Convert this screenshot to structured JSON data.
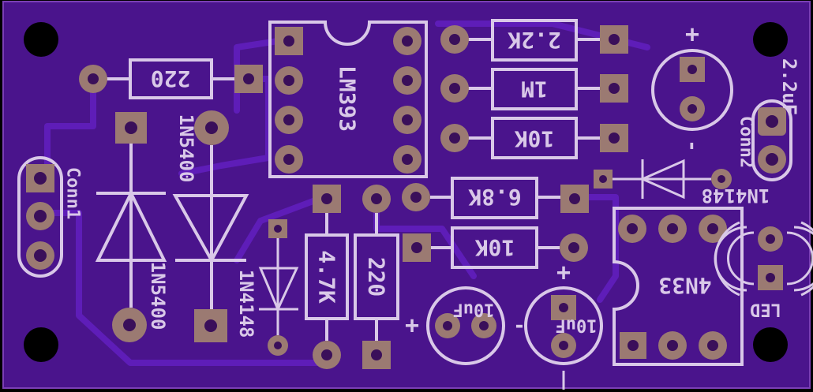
{
  "board": {
    "colors": {
      "board": "#4a148c",
      "silk": "#d9c8e8",
      "pad": "#9b7a72",
      "trace": "#5e1db8"
    }
  },
  "labels": {
    "r_top": "220",
    "lm393": "LM393",
    "r_2k2": "2.2K",
    "r_1m": "1M",
    "r_10k_a": "10K",
    "c_22": "2.2uF",
    "conn2": "Conn2",
    "d_1n5400_top": "1N5400",
    "conn1": "Conn1",
    "d_1n5400_bottom": "1N5400",
    "d_1n4148_left": "1N4148",
    "r_47k": "4.7K",
    "r_220_v": "220",
    "r_68k": "6.8K",
    "r_10k_b": "10K",
    "d_1n4148_right": "1N4148",
    "u_4n33": "4N33",
    "c_10_left": "10uF",
    "c_10_right": "10uF",
    "led": "LED",
    "plus_1": "+",
    "plus_2": "+",
    "plus_3": "+",
    "minus_1": "-",
    "minus_2": "-"
  }
}
